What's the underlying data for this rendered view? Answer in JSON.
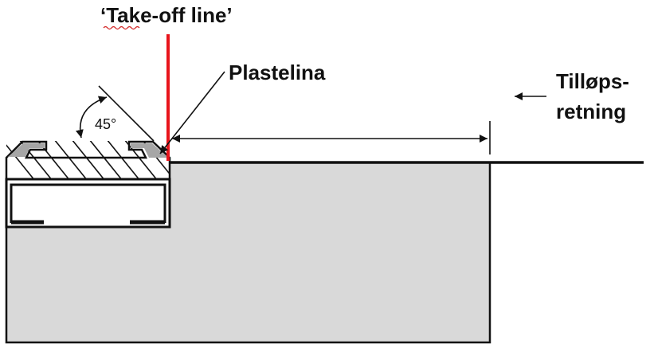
{
  "labels": {
    "takeoff": "‘Take-off line’",
    "plastelina": "Plastelina",
    "runup_line1": "Tilløps-",
    "runup_line2": "retning",
    "angle": "45°"
  },
  "colors": {
    "takeoff_line": "#e8141b",
    "ground_fill": "#d9d9d9",
    "board_fill": "#e6e6e6",
    "plasticine_fill": "#a6a6a6",
    "stroke": "#111111",
    "spellcheck_underline": "#d22222"
  }
}
